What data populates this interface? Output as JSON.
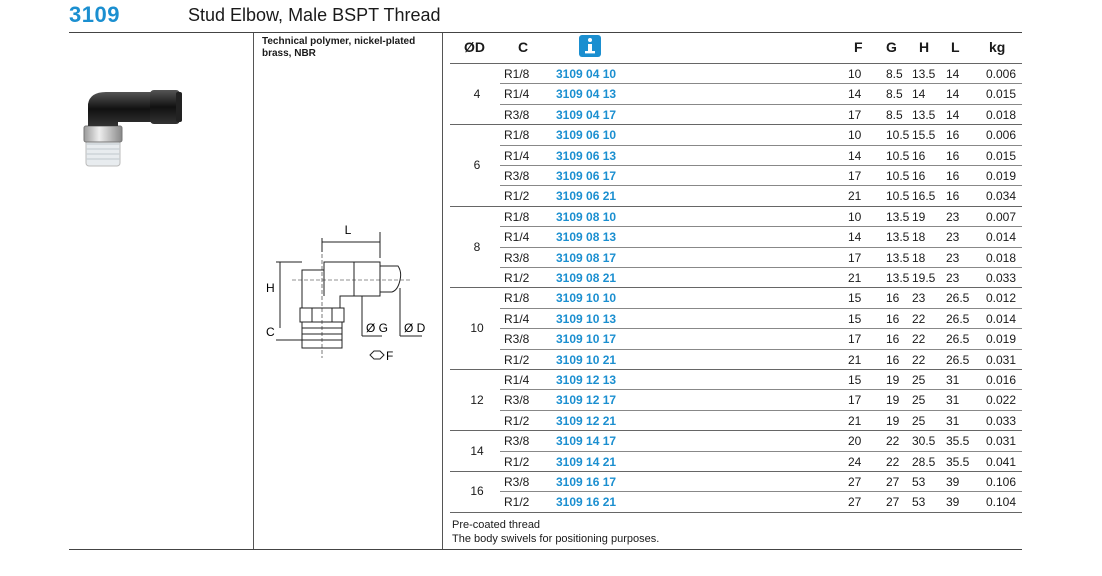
{
  "header": {
    "code": "3109",
    "title": "Stud Elbow, Male BSPT Thread"
  },
  "material": "Technical polymer, nickel-plated brass, NBR",
  "table": {
    "headers": {
      "od": "ØD",
      "c": "C",
      "f": "F",
      "g": "G",
      "h": "H",
      "l": "L",
      "kg": "kg"
    },
    "groups": [
      {
        "od": "4",
        "rows": [
          {
            "c": "R1/8",
            "ref": "3109 04 10",
            "f": "10",
            "g": "8.5",
            "h": "13.5",
            "l": "14",
            "kg": "0.006"
          },
          {
            "c": "R1/4",
            "ref": "3109 04 13",
            "f": "14",
            "g": "8.5",
            "h": "14",
            "l": "14",
            "kg": "0.015"
          },
          {
            "c": "R3/8",
            "ref": "3109 04 17",
            "f": "17",
            "g": "8.5",
            "h": "13.5",
            "l": "14",
            "kg": "0.018"
          }
        ]
      },
      {
        "od": "6",
        "rows": [
          {
            "c": "R1/8",
            "ref": "3109 06 10",
            "f": "10",
            "g": "10.5",
            "h": "15.5",
            "l": "16",
            "kg": "0.006"
          },
          {
            "c": "R1/4",
            "ref": "3109 06 13",
            "f": "14",
            "g": "10.5",
            "h": "16",
            "l": "16",
            "kg": "0.015"
          },
          {
            "c": "R3/8",
            "ref": "3109 06 17",
            "f": "17",
            "g": "10.5",
            "h": "16",
            "l": "16",
            "kg": "0.019"
          },
          {
            "c": "R1/2",
            "ref": "3109 06 21",
            "f": "21",
            "g": "10.5",
            "h": "16.5",
            "l": "16",
            "kg": "0.034"
          }
        ]
      },
      {
        "od": "8",
        "rows": [
          {
            "c": "R1/8",
            "ref": "3109 08 10",
            "f": "10",
            "g": "13.5",
            "h": "19",
            "l": "23",
            "kg": "0.007"
          },
          {
            "c": "R1/4",
            "ref": "3109 08 13",
            "f": "14",
            "g": "13.5",
            "h": "18",
            "l": "23",
            "kg": "0.014"
          },
          {
            "c": "R3/8",
            "ref": "3109 08 17",
            "f": "17",
            "g": "13.5",
            "h": "18",
            "l": "23",
            "kg": "0.018"
          },
          {
            "c": "R1/2",
            "ref": "3109 08 21",
            "f": "21",
            "g": "13.5",
            "h": "19.5",
            "l": "23",
            "kg": "0.033"
          }
        ]
      },
      {
        "od": "10",
        "rows": [
          {
            "c": "R1/8",
            "ref": "3109 10 10",
            "f": "15",
            "g": "16",
            "h": "23",
            "l": "26.5",
            "kg": "0.012"
          },
          {
            "c": "R1/4",
            "ref": "3109 10 13",
            "f": "15",
            "g": "16",
            "h": "22",
            "l": "26.5",
            "kg": "0.014"
          },
          {
            "c": "R3/8",
            "ref": "3109 10 17",
            "f": "17",
            "g": "16",
            "h": "22",
            "l": "26.5",
            "kg": "0.019"
          },
          {
            "c": "R1/2",
            "ref": "3109 10 21",
            "f": "21",
            "g": "16",
            "h": "22",
            "l": "26.5",
            "kg": "0.031"
          }
        ]
      },
      {
        "od": "12",
        "rows": [
          {
            "c": "R1/4",
            "ref": "3109 12 13",
            "f": "15",
            "g": "19",
            "h": "25",
            "l": "31",
            "kg": "0.016"
          },
          {
            "c": "R3/8",
            "ref": "3109 12 17",
            "f": "17",
            "g": "19",
            "h": "25",
            "l": "31",
            "kg": "0.022"
          },
          {
            "c": "R1/2",
            "ref": "3109 12 21",
            "f": "21",
            "g": "19",
            "h": "25",
            "l": "31",
            "kg": "0.033"
          }
        ]
      },
      {
        "od": "14",
        "rows": [
          {
            "c": "R3/8",
            "ref": "3109 14 17",
            "f": "20",
            "g": "22",
            "h": "30.5",
            "l": "35.5",
            "kg": "0.031"
          },
          {
            "c": "R1/2",
            "ref": "3109 14 21",
            "f": "24",
            "g": "22",
            "h": "28.5",
            "l": "35.5",
            "kg": "0.041"
          }
        ]
      },
      {
        "od": "16",
        "rows": [
          {
            "c": "R3/8",
            "ref": "3109 16 17",
            "f": "27",
            "g": "27",
            "h": "53",
            "l": "39",
            "kg": "0.106"
          },
          {
            "c": "R1/2",
            "ref": "3109 16 21",
            "f": "27",
            "g": "27",
            "h": "53",
            "l": "39",
            "kg": "0.104"
          }
        ]
      }
    ]
  },
  "drawing_labels": {
    "l": "L",
    "h": "H",
    "c": "C",
    "g": "Ø G",
    "d": "Ø D",
    "f": "F"
  },
  "notes": [
    "Pre-coated thread",
    "The body swivels for positioning purposes."
  ],
  "colors": {
    "accent": "#1b8fd0"
  }
}
